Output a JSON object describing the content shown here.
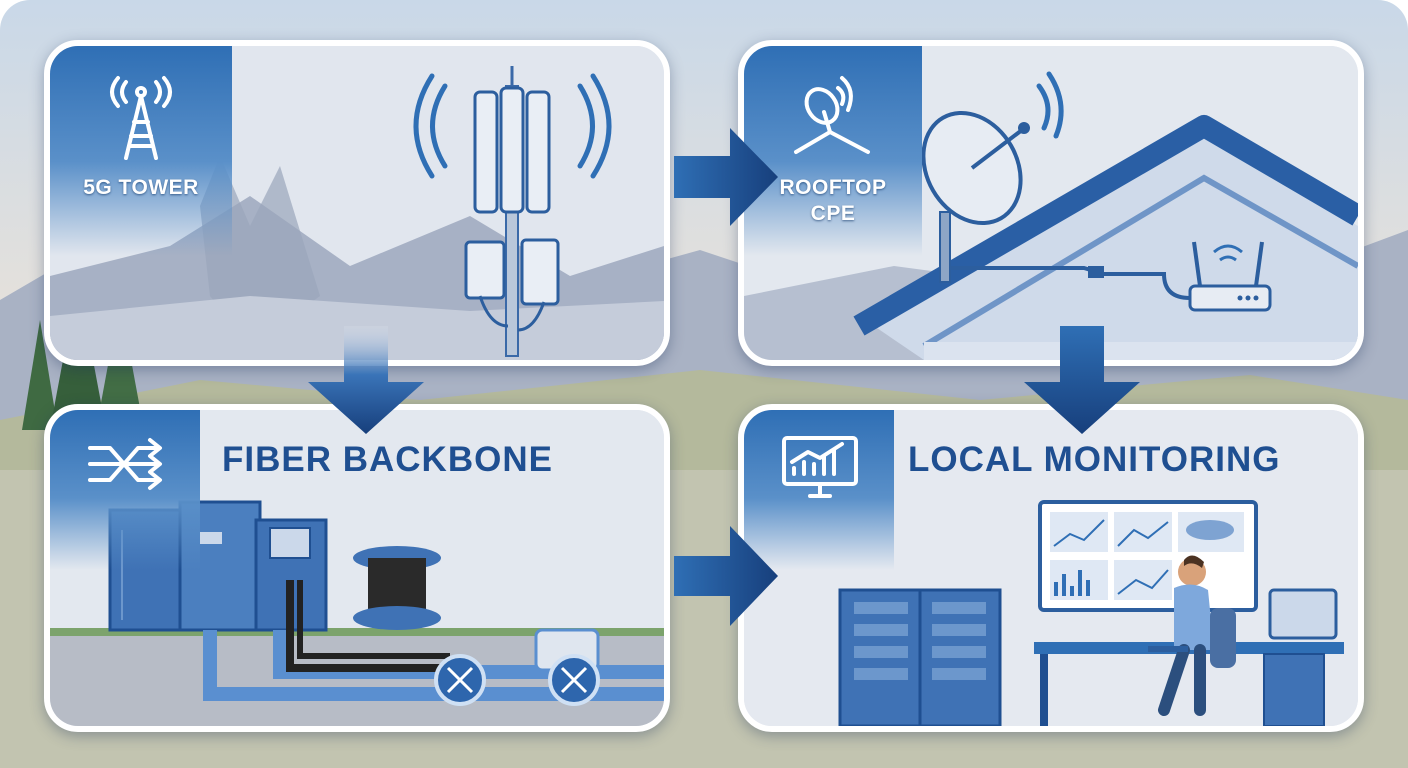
{
  "panels": {
    "tower": {
      "label": "5G TOWER"
    },
    "rooftop": {
      "label_line1": "ROOFTOP",
      "label_line2": "CPE"
    },
    "fiber": {
      "title": "FIBER BACKBONE"
    },
    "monitoring": {
      "title": "LOCAL MONITORING"
    }
  },
  "colors": {
    "primary_blue": "#2f6fb5",
    "dark_blue": "#1f4f91",
    "arrow_blue": "#1d4f95",
    "sky": "#dbe4ee"
  },
  "icons": {
    "tower": "antenna-tower-icon",
    "rooftop": "satellite-dish-icon",
    "fiber": "shuffle-arrows-icon",
    "monitoring": "monitor-chart-icon"
  }
}
